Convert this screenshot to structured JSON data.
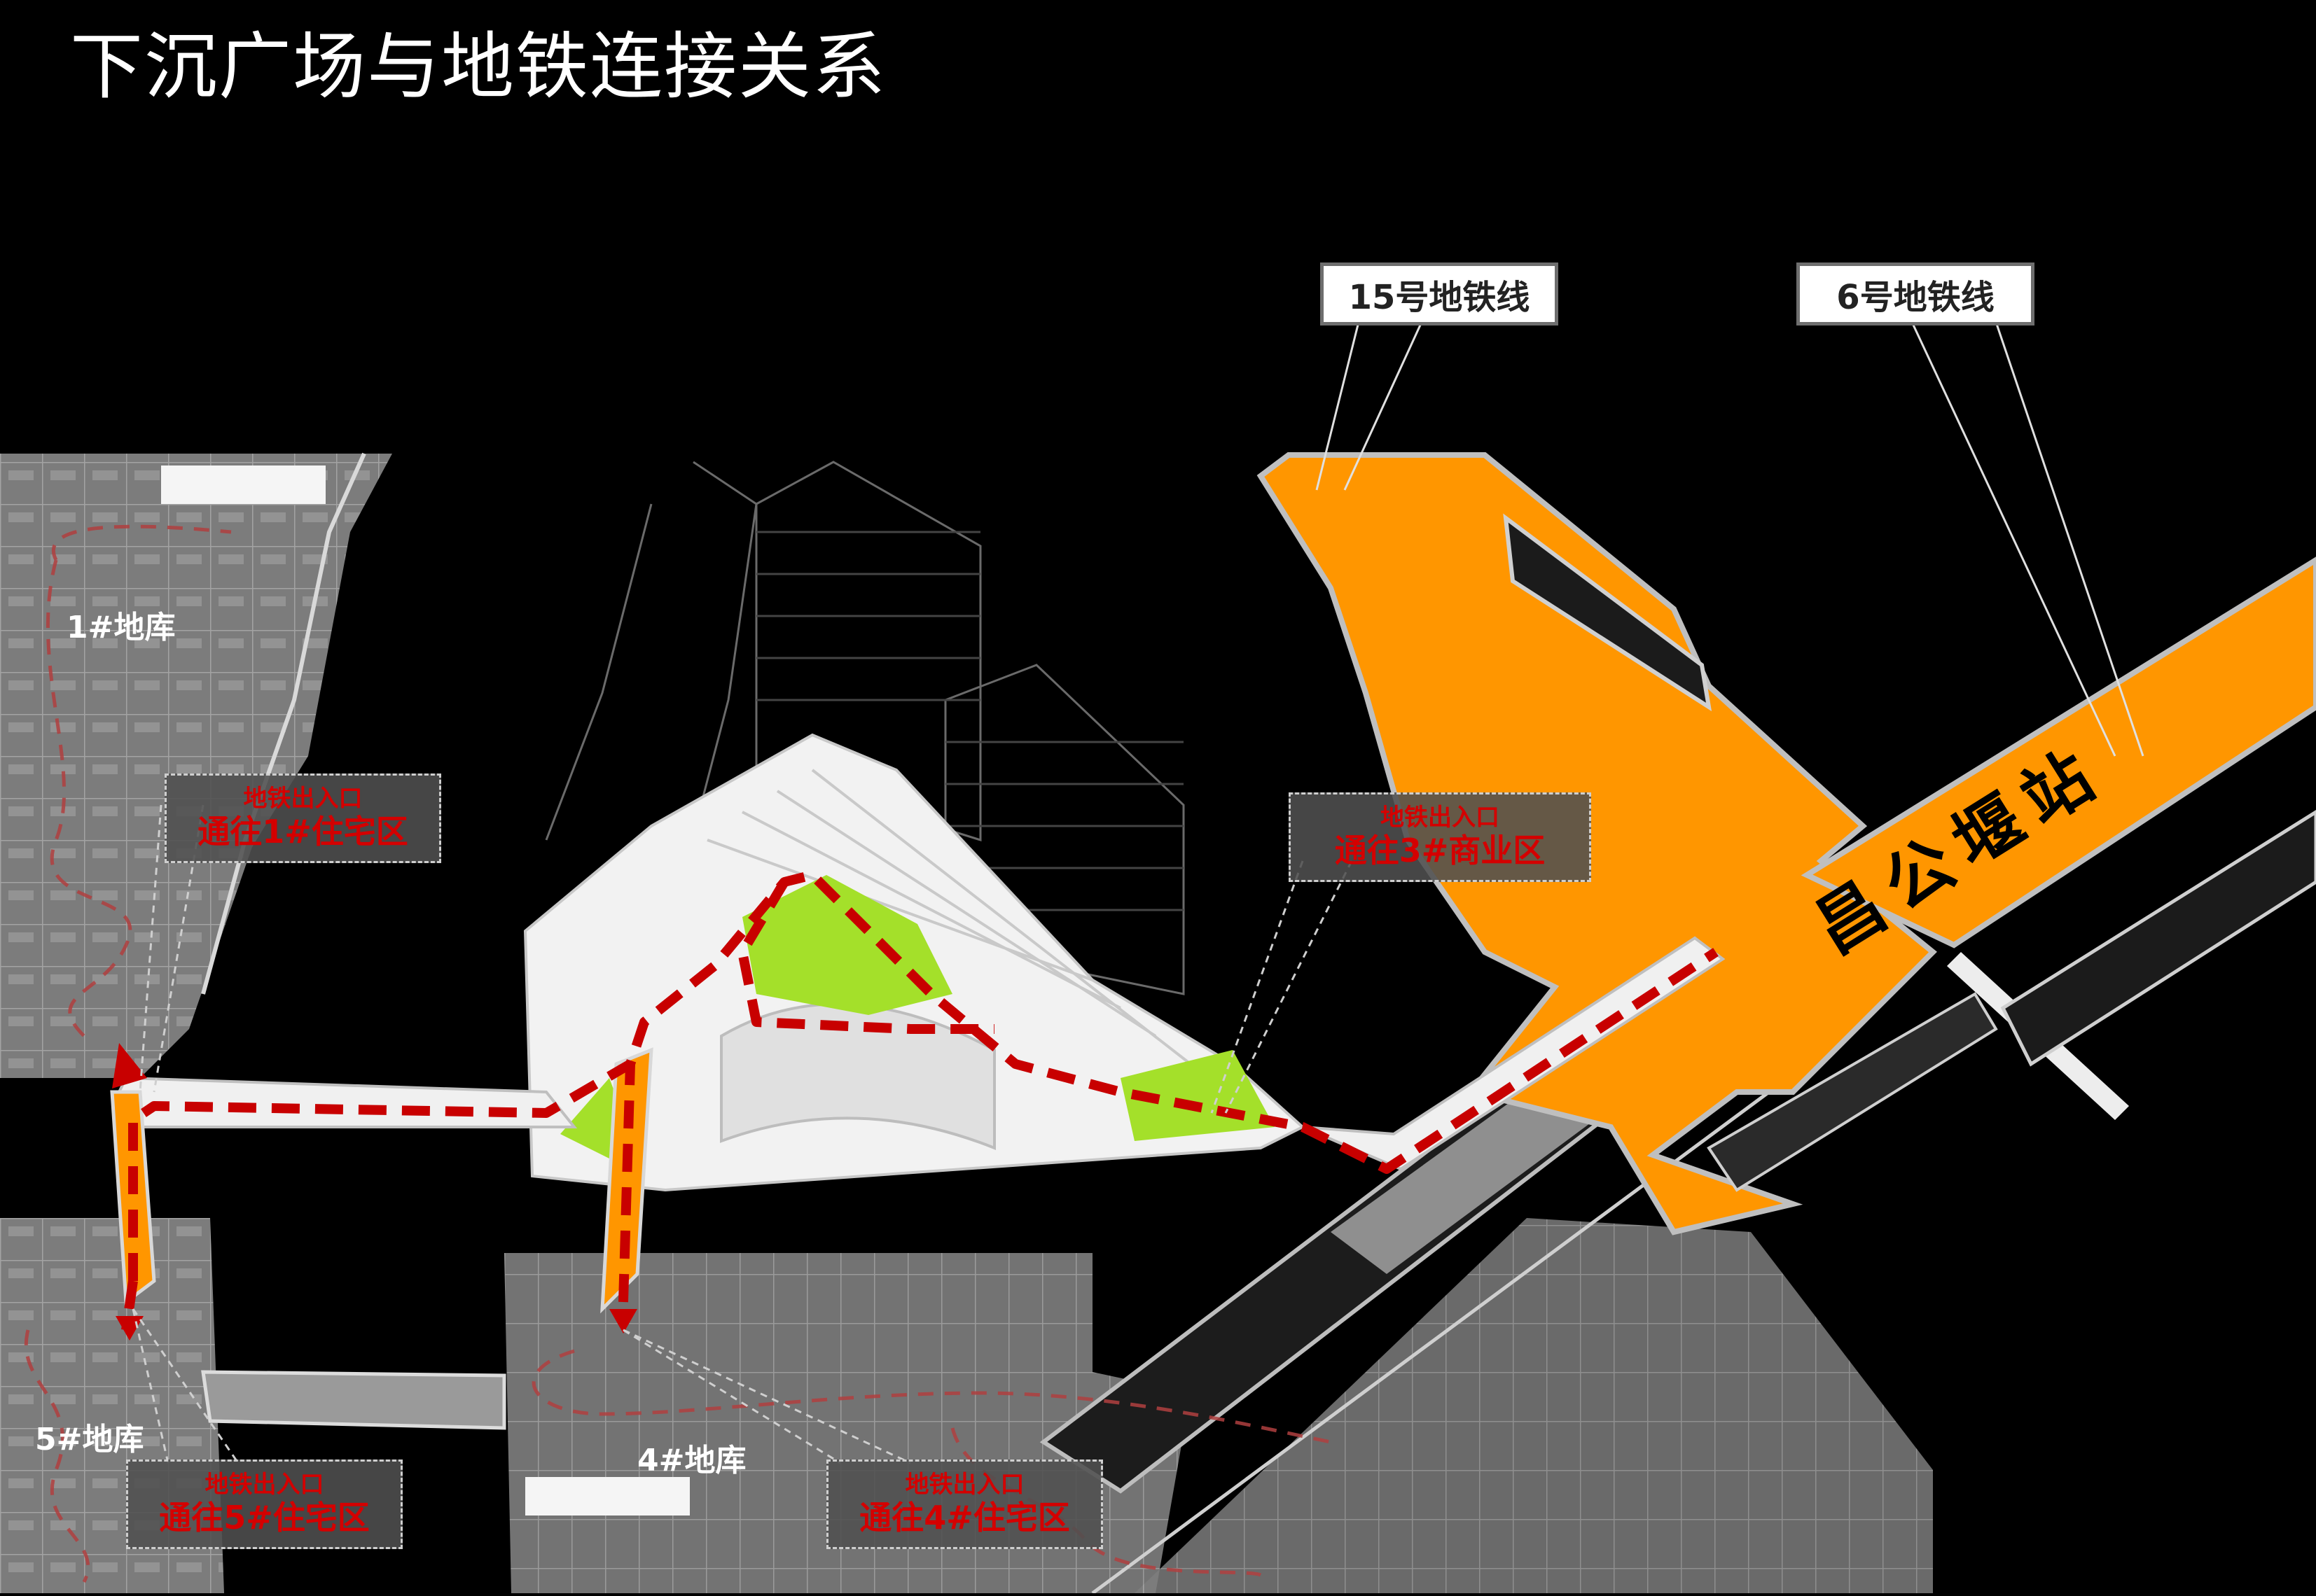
{
  "title": "下沉广场与地铁连接关系",
  "metro_lines": [
    {
      "label": "15号地铁线"
    },
    {
      "label": "6号地铁线"
    }
  ],
  "station": {
    "name": "昌公堰站"
  },
  "parking": [
    {
      "label": "1#地库"
    },
    {
      "label": "5#地库"
    },
    {
      "label": "4#地库"
    }
  ],
  "exits": [
    {
      "line1": "地铁出入口",
      "line2": "通往1#住宅区"
    },
    {
      "line1": "地铁出入口",
      "line2": "通往3#商业区"
    },
    {
      "line1": "地铁出入口",
      "line2": "通往5#住宅区"
    },
    {
      "line1": "地铁出入口",
      "line2": "通往4#住宅区"
    }
  ],
  "colors": {
    "background": "#000000",
    "metro": "#ff9600",
    "route": "#c80000",
    "lawn": "#a4e02a",
    "basement": "#8c8c8c",
    "building": "#f2f2f2",
    "label_red": "#d40000"
  }
}
